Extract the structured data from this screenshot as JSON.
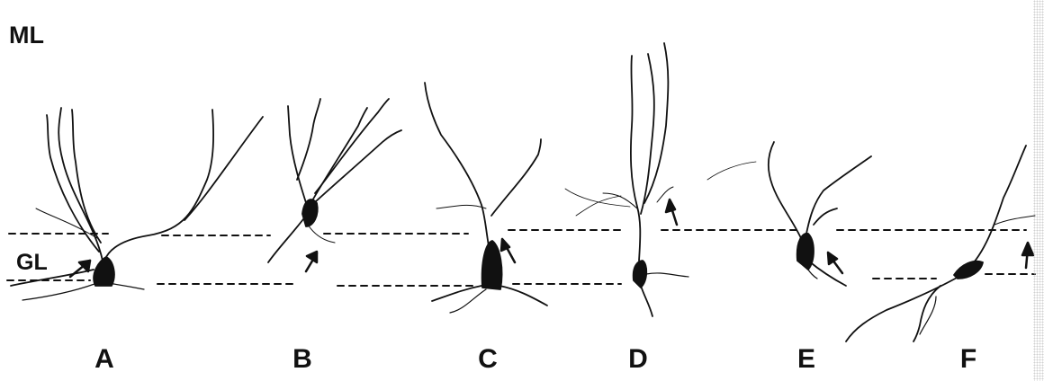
{
  "figure": {
    "layer_labels": {
      "molecular": "ML",
      "granular": "GL"
    },
    "panels": [
      {
        "id": "a",
        "label": "A"
      },
      {
        "id": "b",
        "label": "B"
      },
      {
        "id": "c",
        "label": "C"
      },
      {
        "id": "d",
        "label": "D"
      },
      {
        "id": "e",
        "label": "E"
      },
      {
        "id": "f",
        "label": "F"
      }
    ],
    "colors": {
      "ink": "#111111",
      "background": "#ffffff"
    }
  }
}
